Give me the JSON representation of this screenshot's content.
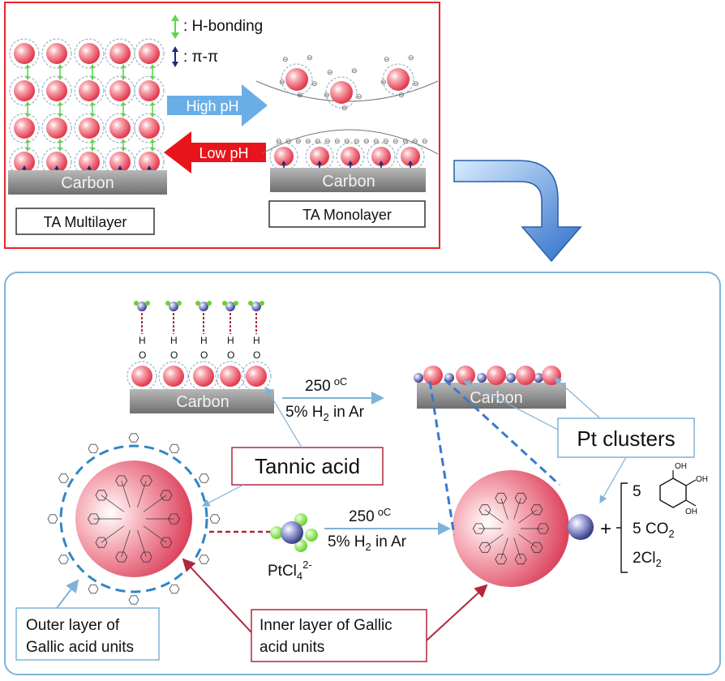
{
  "top_panel": {
    "legend": {
      "hbond": ": H-bonding",
      "pipi": ": π-π"
    },
    "arrows": {
      "high_ph": "High pH",
      "low_ph": "Low pH"
    },
    "carbon_label_left": "Carbon",
    "carbon_label_right": "Carbon",
    "multilayer_label": "TA Multilayer",
    "monolayer_label": "TA Monolayer",
    "charge_symbol": "⊖"
  },
  "bottom_panel": {
    "carbon_label_left": "Carbon",
    "carbon_label_right": "Carbon",
    "oh_label": "H",
    "o_label": "O",
    "reaction_top": {
      "temperature": "250",
      "temp_unit": "oC",
      "gas_prefix": "5% H",
      "gas_sub": "2",
      "gas_suffix": " in Ar"
    },
    "reaction_bottom": {
      "temperature": "250",
      "temp_unit": "oC",
      "gas_prefix": "5% H",
      "gas_sub": "2",
      "gas_suffix": " in Ar"
    },
    "tannic_acid_label": "Tannic acid",
    "pt_clusters_label": "Pt clusters",
    "ptcl4": {
      "base": "PtCl",
      "sub": "4",
      "sup": "2-"
    },
    "products": {
      "plus": "+",
      "coef1": "5",
      "co2_prefix": "5 CO",
      "co2_sub": "2",
      "cl2_prefix": "2Cl",
      "cl2_sub": "2",
      "oh": "OH"
    },
    "outer_layer_label": [
      "Outer layer of",
      "Gallic acid units"
    ],
    "inner_layer_label": [
      "Inner layer of Gallic",
      "acid units"
    ]
  },
  "colors": {
    "top_border": "#e8252a",
    "bottom_border": "#7fb2d6",
    "hbond_arrow": "#5cd64a",
    "pipi_arrow": "#1b2b7a",
    "high_ph_arrow": "#6aaee6",
    "low_ph_arrow": "#e8141c",
    "carbon": "#8a8a8a",
    "big_arrow": "#3a7bd5"
  }
}
